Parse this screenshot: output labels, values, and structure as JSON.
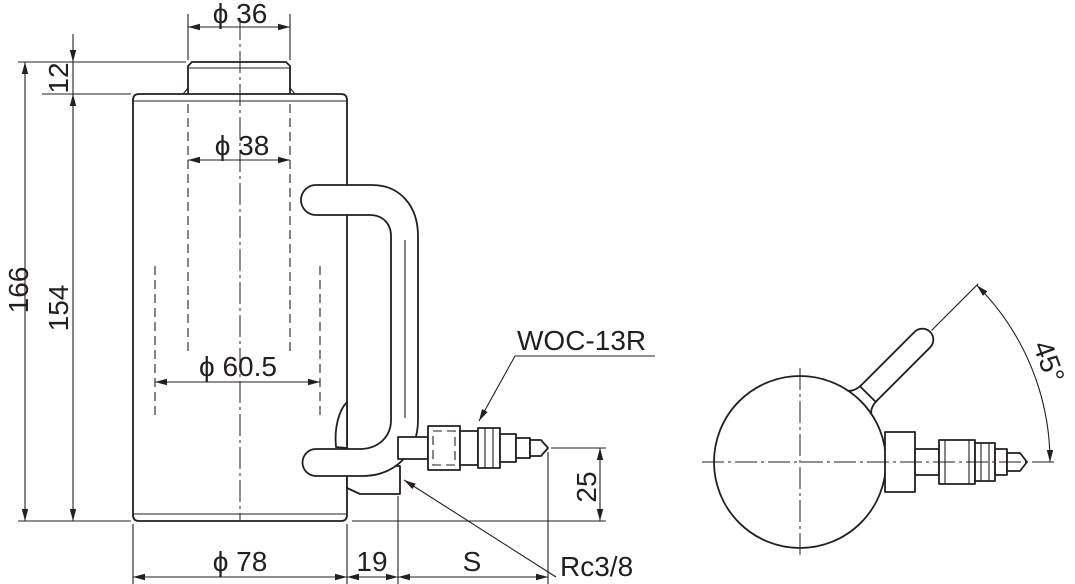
{
  "drawing": {
    "front_view": {
      "rod_diameter": "ϕ 36",
      "rod_height": "12",
      "overall_height": "166",
      "body_height": "154",
      "bore_diameter": "ϕ 38",
      "inner_diameter": "ϕ 60.5",
      "coupler_model": "WOC-13R",
      "port_height": "25",
      "body_diameter": "ϕ 78",
      "port_projection": "19",
      "coupler_length": "S",
      "port_thread": "Rc3/8"
    },
    "top_view": {
      "handle_angle": "45°"
    }
  },
  "colors": {
    "ink": "#231f20",
    "paper": "#ffffff"
  }
}
